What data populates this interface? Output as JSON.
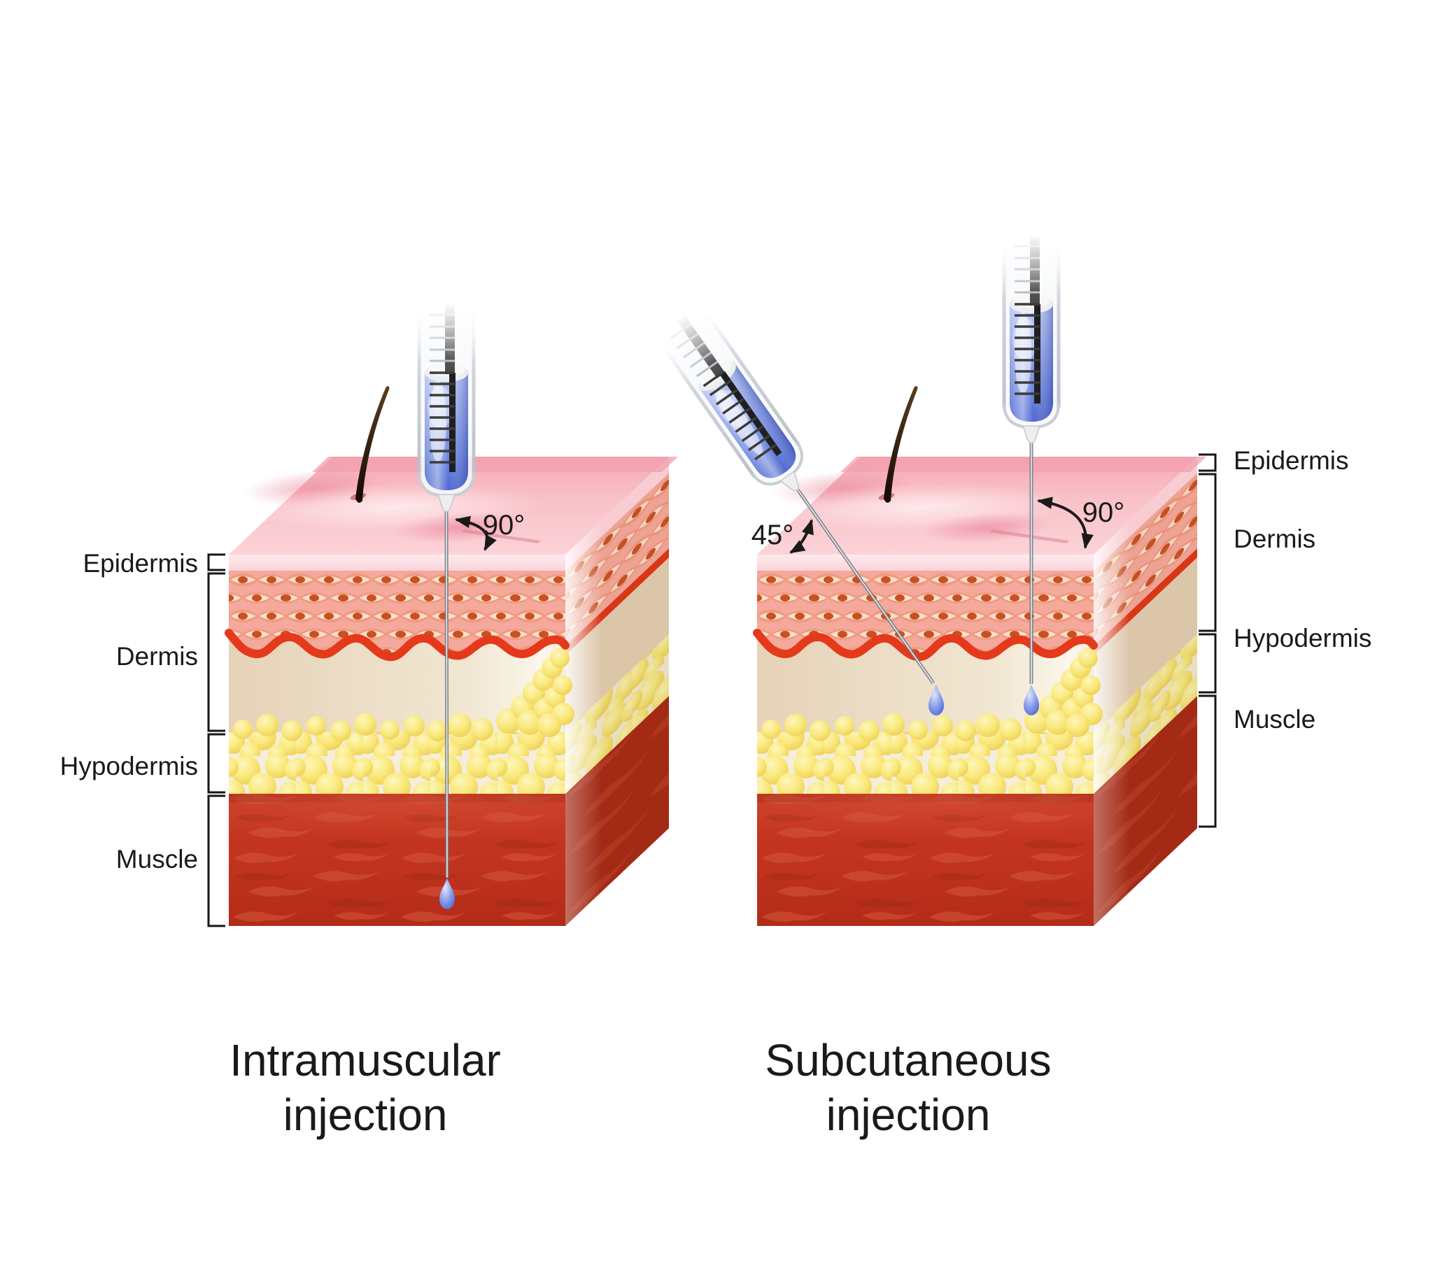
{
  "panels": {
    "left": {
      "caption": [
        "Intramuscular",
        "injection"
      ],
      "angle": "90°",
      "layers": {
        "epidermis": "Epidermis",
        "dermis": "Dermis",
        "hypodermis": "Hypodermis",
        "muscle": "Muscle"
      }
    },
    "right": {
      "caption": [
        "Subcutaneous",
        "injection"
      ],
      "angle_45": "45°",
      "angle_90": "90°",
      "layers": {
        "epidermis": "Epidermis",
        "dermis": "Dermis",
        "hypodermis": "Hypodermis",
        "muscle": "Muscle"
      }
    }
  },
  "colors": {
    "skin_top_pink": "#f8c0c8",
    "epidermis_light": "#fdeaee",
    "cells_background": "#f4a99c",
    "cell_fill": "#fbdfcc",
    "cell_nucleus": "#c85122",
    "basement_red": "#e5391b",
    "dermis_beige": "#e9d6bd",
    "fat_yellow": "#fbe878",
    "muscle_red": "#c1331f",
    "muscle_side_red": "#a32a15",
    "liquid_blue": "#7388de",
    "needle_gray": "#8e979e",
    "text_black": "#1a1a1a"
  }
}
